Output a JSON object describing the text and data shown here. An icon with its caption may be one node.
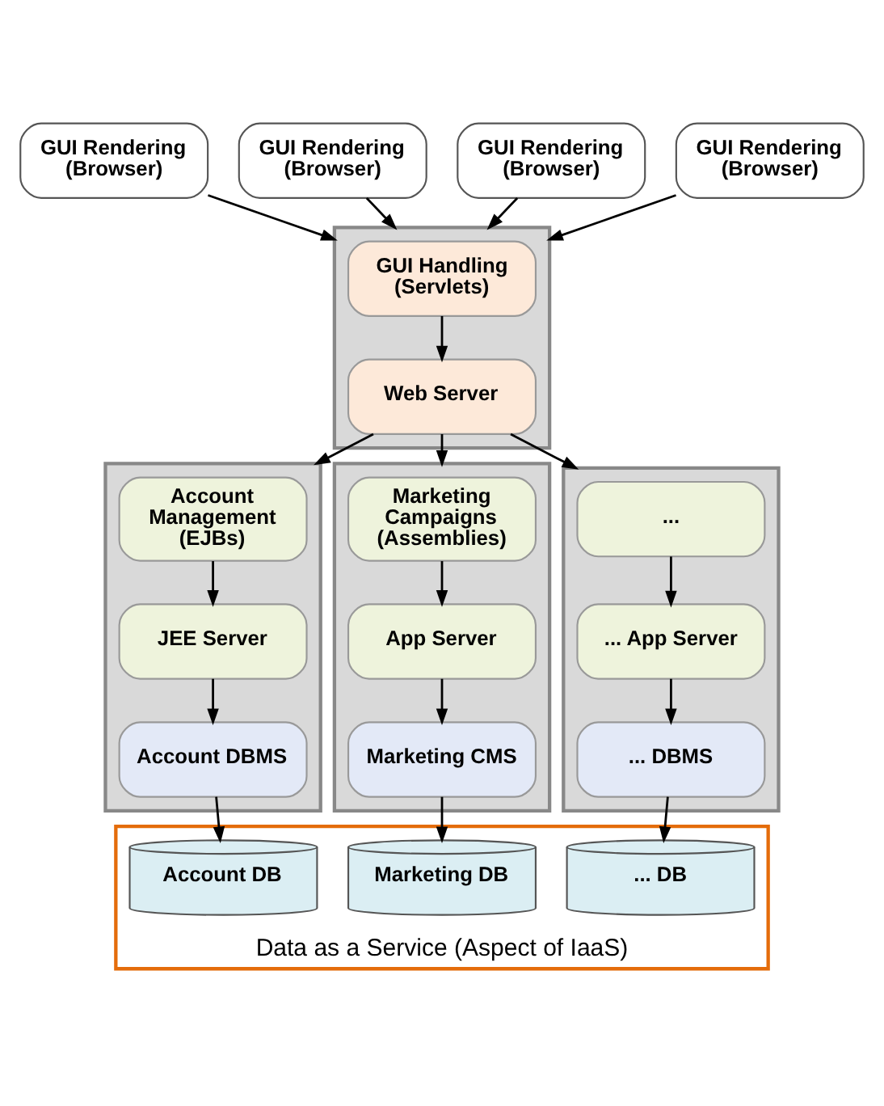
{
  "diagram": {
    "nodes": [
      {
        "text": [
          "GUI Rendering (Browser)"
        ]
      },
      {
        "text": [
          "GUI Rendering (Browser)"
        ]
      },
      {
        "text": [
          "GUI Rendering (Browser)"
        ]
      },
      {
        "text": [
          "GUI Rendering (Browser)"
        ]
      },
      {
        "text": [],
        "shape": "box"
      },
      {
        "text": [
          "GUI Handling (Servlets)"
        ],
        "in": 4
      },
      {
        "text": [
          "Web Server"
        ],
        "in": 4
      },
      {
        "text": [],
        "shape": "box"
      },
      {
        "text": [
          "Account Management (EJBs)"
        ],
        "in": 7
      },
      {
        "text": [
          "JEE Server"
        ],
        "in": 7
      },
      {
        "text": [
          "Account DBMS"
        ],
        "in": 7
      },
      {
        "text": [],
        "shape": "box"
      },
      {
        "text": [
          "Marketing Campaigns (Assemblies)"
        ],
        "in": 11
      },
      {
        "text": [
          "App Server"
        ],
        "in": 11
      },
      {
        "text": [
          "Marketing CMS"
        ],
        "in": 11
      },
      {
        "text": [],
        "shape": "box"
      },
      {
        "text": [
          "..."
        ],
        "in": 15
      },
      {
        "text": [
          "... App Server"
        ],
        "in": 15
      },
      {
        "text": [
          "... DBMS"
        ],
        "in": 15
      },
      {
        "text": [
          "Data as a Service (Aspect of IaaS)"
        ]
      },
      {
        "text": [
          "Account DB"
        ],
        "in": 19
      },
      {
        "text": [
          "Marketing DB"
        ],
        "in": 19
      },
      {
        "text": [
          "... DB"
        ],
        "in": 19
      }
    ],
    "edges": [
      {
        "from": 0,
        "to": 4,
        "arrow": "to"
      },
      {
        "from": 1,
        "to": 4,
        "arrow": "to"
      },
      {
        "from": 2,
        "to": 4,
        "arrow": "to"
      },
      {
        "from": 3,
        "to": 4,
        "arrow": "to"
      },
      {
        "from": 5,
        "to": 6,
        "arrow": "to"
      },
      {
        "from": 6,
        "to": 7,
        "arrow": "to"
      },
      {
        "from": 6,
        "to": 11,
        "arrow": "to"
      },
      {
        "from": 6,
        "to": 15,
        "arrow": "to"
      },
      {
        "from": 8,
        "to": 9,
        "arrow": "to"
      },
      {
        "from": 9,
        "to": 10,
        "arrow": "to"
      },
      {
        "from": 12,
        "to": 13,
        "arrow": "to"
      },
      {
        "from": 13,
        "to": 14,
        "arrow": "to"
      },
      {
        "from": 16,
        "to": 17,
        "arrow": "to"
      },
      {
        "from": 17,
        "to": 18,
        "arrow": "to"
      },
      {
        "from": 10,
        "to": 20,
        "arrow": "to"
      },
      {
        "from": 14,
        "to": 21,
        "arrow": "to"
      },
      {
        "from": 18,
        "to": 22,
        "arrow": "to"
      }
    ]
  }
}
